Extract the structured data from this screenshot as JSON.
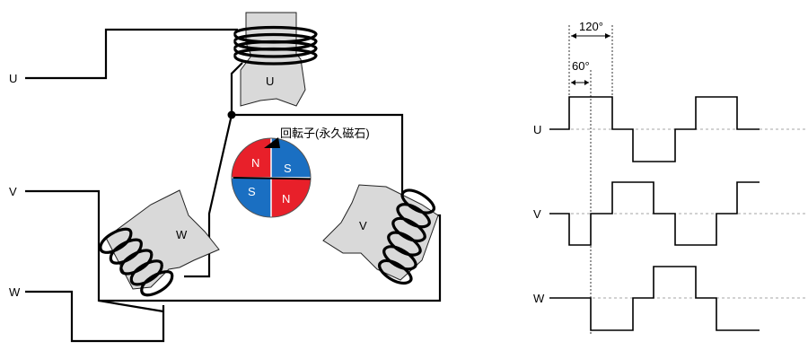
{
  "motor": {
    "terminals": {
      "u": "U",
      "v": "V",
      "w": "W"
    },
    "poles": {
      "u": "U",
      "v": "V",
      "w": "W"
    },
    "rotor_label": "回転子(永久磁石)",
    "rotor_segments": [
      "N",
      "S",
      "N",
      "S"
    ],
    "colors": {
      "north": "#e8202a",
      "south": "#1a6fc2",
      "core": "#d9d9d9"
    }
  },
  "waveforms": {
    "phase_labels": [
      "U",
      "V",
      "W"
    ],
    "angle_120": "120°",
    "angle_60": "60°"
  }
}
